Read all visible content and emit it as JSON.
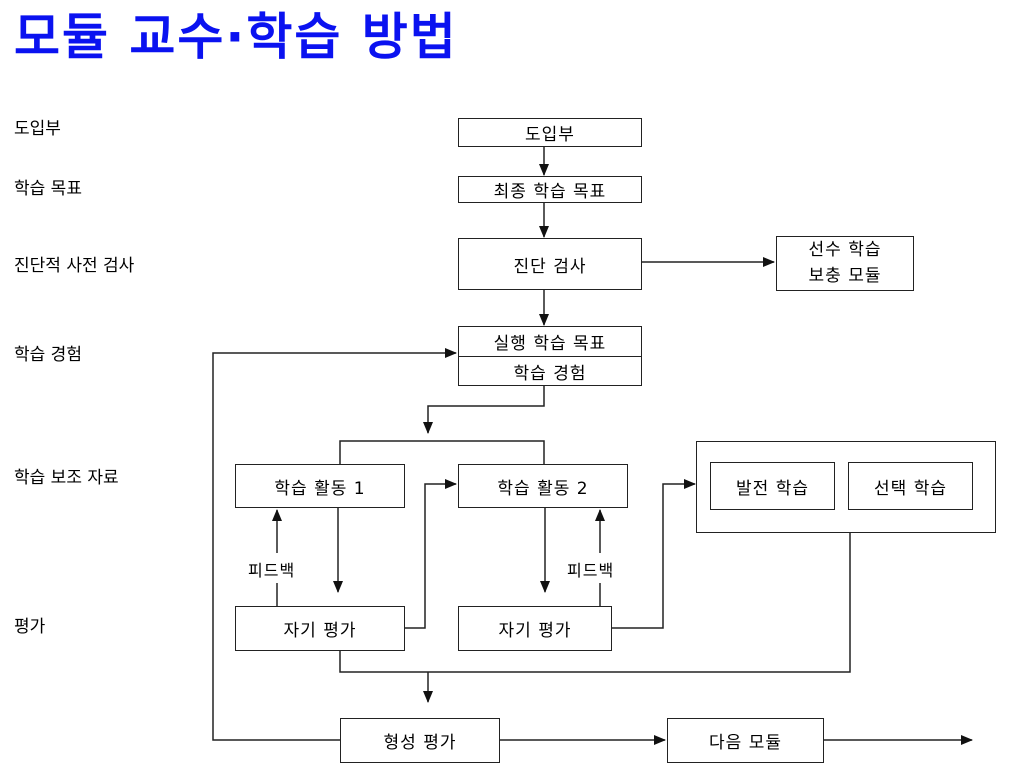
{
  "title": "모듈 교수·학습 방법",
  "stages": {
    "intro": "도입부",
    "objective": "학습 목표",
    "diagnosis": "진단적 사전 검사",
    "experience": "학습 경험",
    "material": "학습 보조 자료",
    "evaluation": "평가"
  },
  "boxes": {
    "intro": "도입부",
    "final_objective": "최종 학습 목표",
    "diagnostic_test": "진단 검사",
    "prereq_line1": "선수 학습",
    "prereq_line2": "보충 모듈",
    "perf_objective": "실행 학습 목표",
    "learning_experience": "학습 경험",
    "activity1": "학습 활동 1",
    "activity2": "학습 활동 2",
    "advanced": "발전 학습",
    "elective": "선택 학습",
    "self_eval1": "자기 평가",
    "self_eval2": "자기 평가",
    "formative": "형성 평가",
    "next_module": "다음 모듈"
  },
  "feedback": "피드백",
  "colors": {
    "title": "#0a12f0",
    "line": "#222222"
  }
}
